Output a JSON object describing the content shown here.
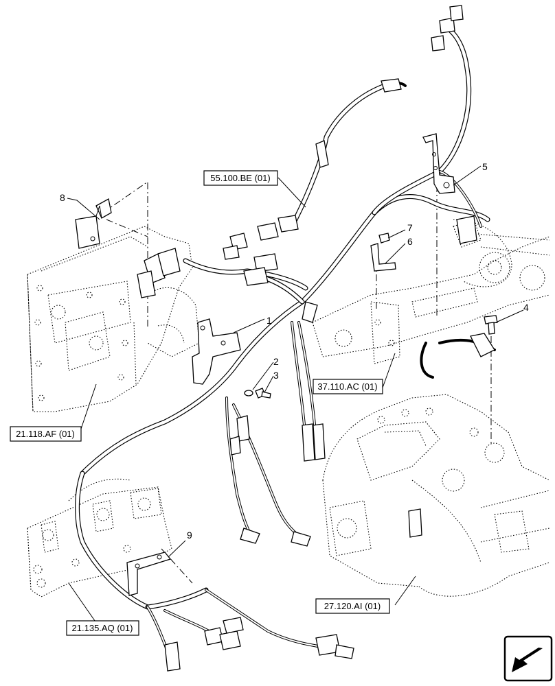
{
  "callouts": [
    {
      "id": "1",
      "label": "1"
    },
    {
      "id": "2",
      "label": "2"
    },
    {
      "id": "3",
      "label": "3"
    },
    {
      "id": "4",
      "label": "4"
    },
    {
      "id": "5",
      "label": "5"
    },
    {
      "id": "6",
      "label": "6"
    },
    {
      "id": "7",
      "label": "7"
    },
    {
      "id": "8",
      "label": "8"
    },
    {
      "id": "9",
      "label": "9"
    }
  ],
  "references": [
    {
      "id": "55-100-be",
      "label": "55.100.BE (01)"
    },
    {
      "id": "37-110-ac",
      "label": "37.110.AC (01)"
    },
    {
      "id": "21-118-af",
      "label": "21.118.AF (01)"
    },
    {
      "id": "21-135-aq",
      "label": "21.135.AQ (01)"
    },
    {
      "id": "27-120-ai",
      "label": "27.120.AI (01)"
    }
  ],
  "icons": {
    "navigation": "arrow-left-down-icon"
  },
  "colors": {
    "line": "#000000",
    "background": "#ffffff"
  }
}
